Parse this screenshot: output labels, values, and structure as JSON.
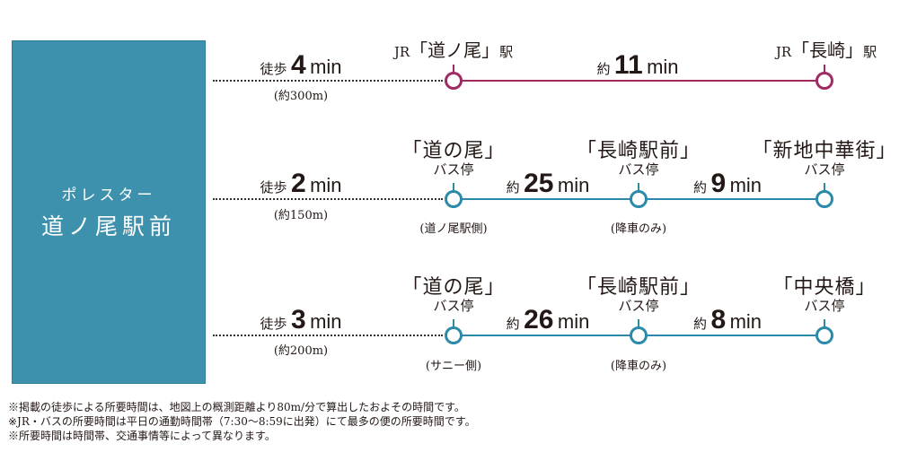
{
  "origin": {
    "subtitle": "ポレスター",
    "title": "道ノ尾駅前",
    "color": "#3e91ad"
  },
  "colors": {
    "jr_line": "#a12a62",
    "bus_line": "#2b8aa8",
    "text": "#231815"
  },
  "routes": [
    {
      "type": "jr",
      "walk": {
        "prefix": "徒歩",
        "minutes": "4",
        "unit": "min",
        "distance": "(約300m)"
      },
      "stops": [
        {
          "prefix": "JR",
          "name": "「道ノ尾」",
          "suffix": "駅",
          "type": "",
          "note": ""
        },
        {
          "prefix": "JR",
          "name": "「長崎」",
          "suffix": "駅",
          "type": "",
          "note": ""
        }
      ],
      "segments": [
        {
          "prefix": "約",
          "minutes": "11",
          "unit": "min"
        }
      ]
    },
    {
      "type": "bus",
      "walk": {
        "prefix": "徒歩",
        "minutes": "2",
        "unit": "min",
        "distance": "(約150m)"
      },
      "stops": [
        {
          "name": "「道の尾」",
          "type": "バス停",
          "note": "(道ノ尾駅側)"
        },
        {
          "name": "「長崎駅前」",
          "type": "バス停",
          "note": "(降車のみ)"
        },
        {
          "name": "「新地中華街」",
          "type": "バス停",
          "note": ""
        }
      ],
      "segments": [
        {
          "prefix": "約",
          "minutes": "25",
          "unit": "min"
        },
        {
          "prefix": "約",
          "minutes": "9",
          "unit": "min"
        }
      ]
    },
    {
      "type": "bus",
      "walk": {
        "prefix": "徒歩",
        "minutes": "3",
        "unit": "min",
        "distance": "(約200m)"
      },
      "stops": [
        {
          "name": "「道の尾」",
          "type": "バス停",
          "note": "(サニー側)"
        },
        {
          "name": "「長崎駅前」",
          "type": "バス停",
          "note": "(降車のみ)"
        },
        {
          "name": "「中央橋」",
          "type": "バス停",
          "note": ""
        }
      ],
      "segments": [
        {
          "prefix": "約",
          "minutes": "26",
          "unit": "min"
        },
        {
          "prefix": "約",
          "minutes": "8",
          "unit": "min"
        }
      ]
    }
  ],
  "notes": [
    "※掲載の徒歩による所要時間は、地図上の概測距離より80m/分で算出したおよその時間です。",
    "※JR・バスの所要時間は平日の通勤時間帯（7:30～8:59に出発）にて最多の便の所要時間です。",
    "※所要時間は時間帯、交通事情等によって異なります。"
  ]
}
